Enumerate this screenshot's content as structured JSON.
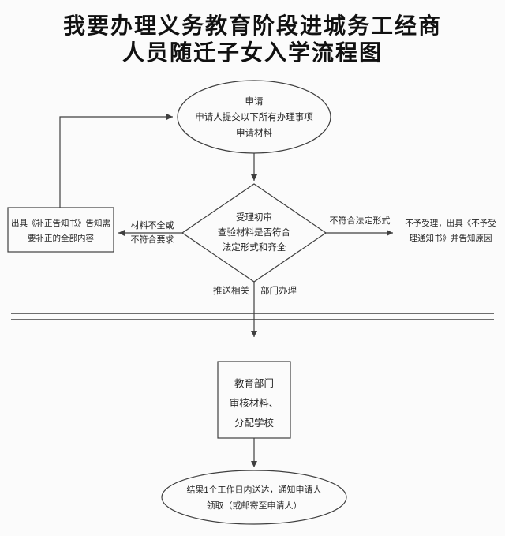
{
  "title": {
    "lines": [
      "我要办理义务教育阶段进城务工经商",
      "人员随迁子女入学流程图"
    ]
  },
  "nodes": {
    "apply": {
      "lines": [
        "申请",
        "申请人提交以下所有办理事项",
        "申请材料"
      ]
    },
    "review": {
      "lines": [
        "受理初审",
        "查验材料是否符合",
        "法定形式和齐全"
      ]
    },
    "correction": {
      "lines": [
        "出具《补正告知书》告知需",
        "要补正的全部内容"
      ]
    },
    "reject": {
      "lines": [
        "不予受理，出具《不予受",
        "理通知书》并告知原因"
      ]
    },
    "education": {
      "lines": [
        "教育部门",
        "审核材料、",
        "分配学校"
      ]
    },
    "result": {
      "lines": [
        "结果1个工作日内送达，通知申请人",
        "领取（或邮寄至申请人）"
      ]
    }
  },
  "edge_labels": {
    "incomplete": {
      "lines": [
        "材料不全或",
        "不符合要求"
      ]
    },
    "not_legal_form": "不符合法定形式",
    "forward_left": "推送相关",
    "forward_right": "部门办理"
  },
  "colors": {
    "line": "#3f3f3f",
    "text": "#262626",
    "title": "#111111",
    "background": "#fbfbfb"
  }
}
